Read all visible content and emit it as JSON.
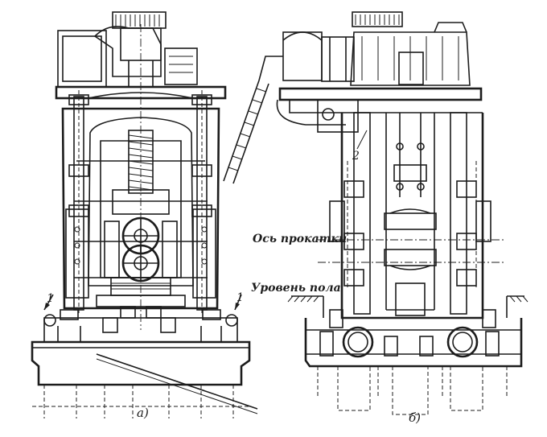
{
  "drawing": {
    "label_roll_axis": "Ось прокатки",
    "label_floor_level": "Уровень пола",
    "label_view_a": "а)",
    "label_view_b": "б)",
    "label_callout_1_left": "1",
    "label_callout_1_right": "1",
    "label_callout_2": "2"
  }
}
